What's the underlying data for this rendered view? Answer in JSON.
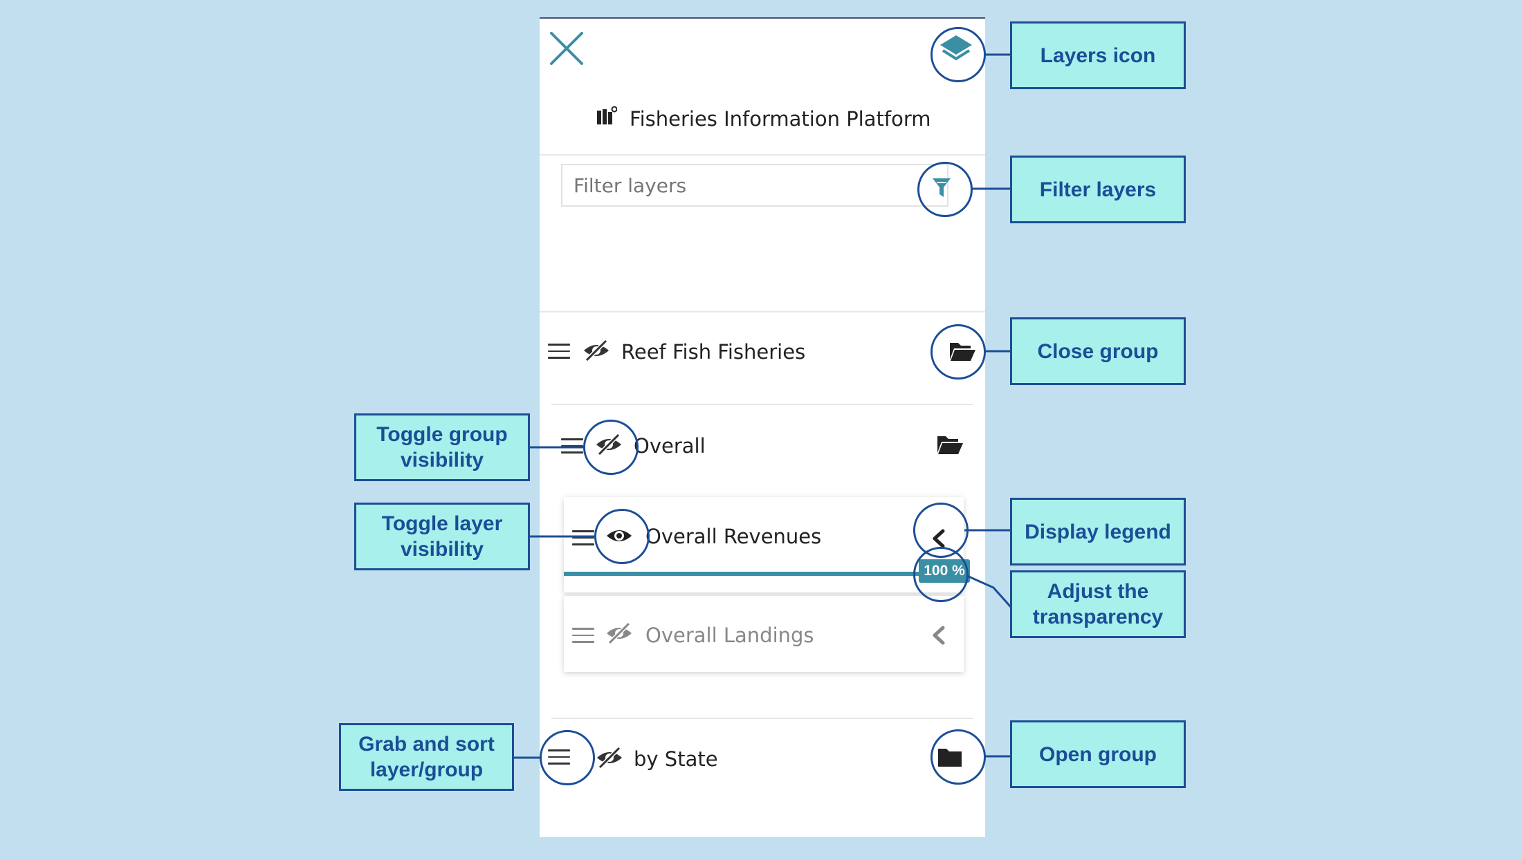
{
  "panel": {
    "title": "Fisheries Information Platform",
    "filter": {
      "placeholder": "Filter layers",
      "value": ""
    },
    "groups": [
      {
        "label": "Reef Fish Fisheries"
      },
      {
        "label": "Overall"
      },
      {
        "label": "by State"
      }
    ],
    "layers": [
      {
        "label": "Overall Revenues",
        "opacity_label": "100 %",
        "opacity": 1.0
      },
      {
        "label": "Overall Landings"
      }
    ]
  },
  "callouts": {
    "layers_icon": "Layers icon",
    "filter_layers": "Filter layers",
    "close_group": "Close group",
    "toggle_group_visibility_1": "Toggle group",
    "toggle_group_visibility_2": "visibility",
    "toggle_layer_visibility_1": "Toggle layer",
    "toggle_layer_visibility_2": "visibility",
    "display_legend": "Display legend",
    "adjust_transparency_1": "Adjust the",
    "adjust_transparency_2": "transparency",
    "grab_sort_1": "Grab and sort",
    "grab_sort_2": "layer/group",
    "open_group": "Open group"
  },
  "colors": {
    "background": "#c2dff0",
    "callout_fill": "#a8f0ec",
    "callout_border": "#1b4e96",
    "accent": "#3b8fa5"
  },
  "icons": [
    "close-icon",
    "layers-icon",
    "map-icon",
    "filter-icon",
    "menu-icon",
    "eye-slash-icon",
    "eye-icon",
    "folder-open-icon",
    "folder-icon",
    "chevron-left-icon"
  ]
}
